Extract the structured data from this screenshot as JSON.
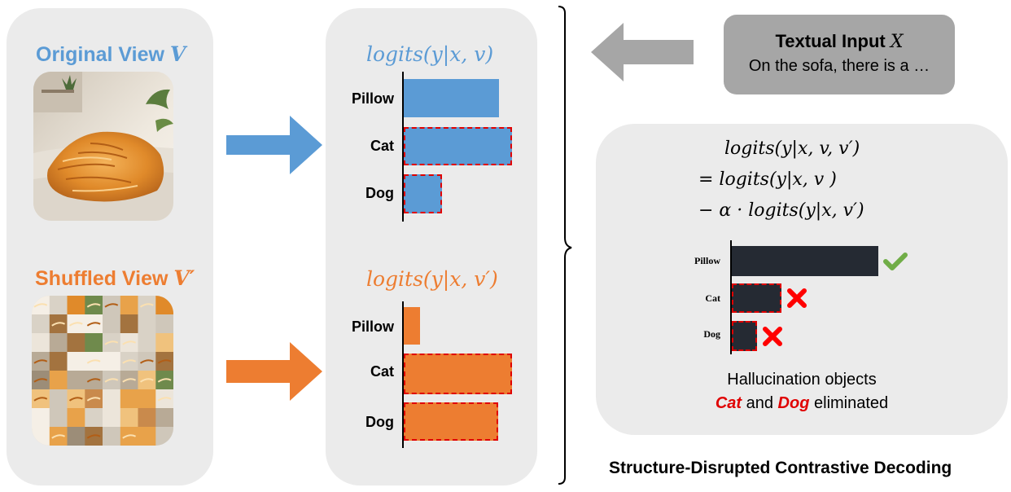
{
  "original_view": {
    "title": "Original View",
    "symbol": "V",
    "color": "#5b9bd5"
  },
  "shuffled_view": {
    "title": "Shuffled View",
    "symbol": "V′",
    "color": "#ed7d31"
  },
  "textual_input": {
    "title": "Textual Input",
    "symbol": "X",
    "text": "On the sofa, there is a …"
  },
  "original_logits": {
    "heading": "logits(y|x, v)",
    "color": "#5b9bd5",
    "items": [
      {
        "label": "Pillow",
        "value": 0.88,
        "hallucinated": false
      },
      {
        "label": "Cat",
        "value": 1.0,
        "hallucinated": true
      },
      {
        "label": "Dog",
        "value": 0.35,
        "hallucinated": true
      }
    ]
  },
  "shuffled_logits": {
    "heading": "logits(y|x, v′)",
    "color": "#ed7d31",
    "items": [
      {
        "label": "Pillow",
        "value": 0.15,
        "hallucinated": false
      },
      {
        "label": "Cat",
        "value": 1.0,
        "hallucinated": true
      },
      {
        "label": "Dog",
        "value": 0.87,
        "hallucinated": true
      }
    ]
  },
  "formula": {
    "line1": "logits(y|x, v, v′)",
    "line2": "= logits(y|x, v )",
    "line3": "− α · logits(y|x, v′)"
  },
  "contrastive_logits": {
    "color": "#252a33",
    "items": [
      {
        "label": "Pillow",
        "value": 1.0,
        "status": "check-icon"
      },
      {
        "label": "Cat",
        "value": 0.34,
        "status": "cross-icon"
      },
      {
        "label": "Dog",
        "value": 0.17,
        "status": "cross-icon"
      }
    ]
  },
  "caption": {
    "line1": "Hallucination objects",
    "highlight1": "Cat",
    "and": "and",
    "highlight2": "Dog",
    "suffix": "eliminated",
    "highlight_color": "#e00000"
  },
  "method_title": "Structure-Disrupted Contrastive Decoding",
  "arrows": {
    "original": "#5b9bd5",
    "shuffled": "#ed7d31",
    "input": "#a6a6a6"
  }
}
